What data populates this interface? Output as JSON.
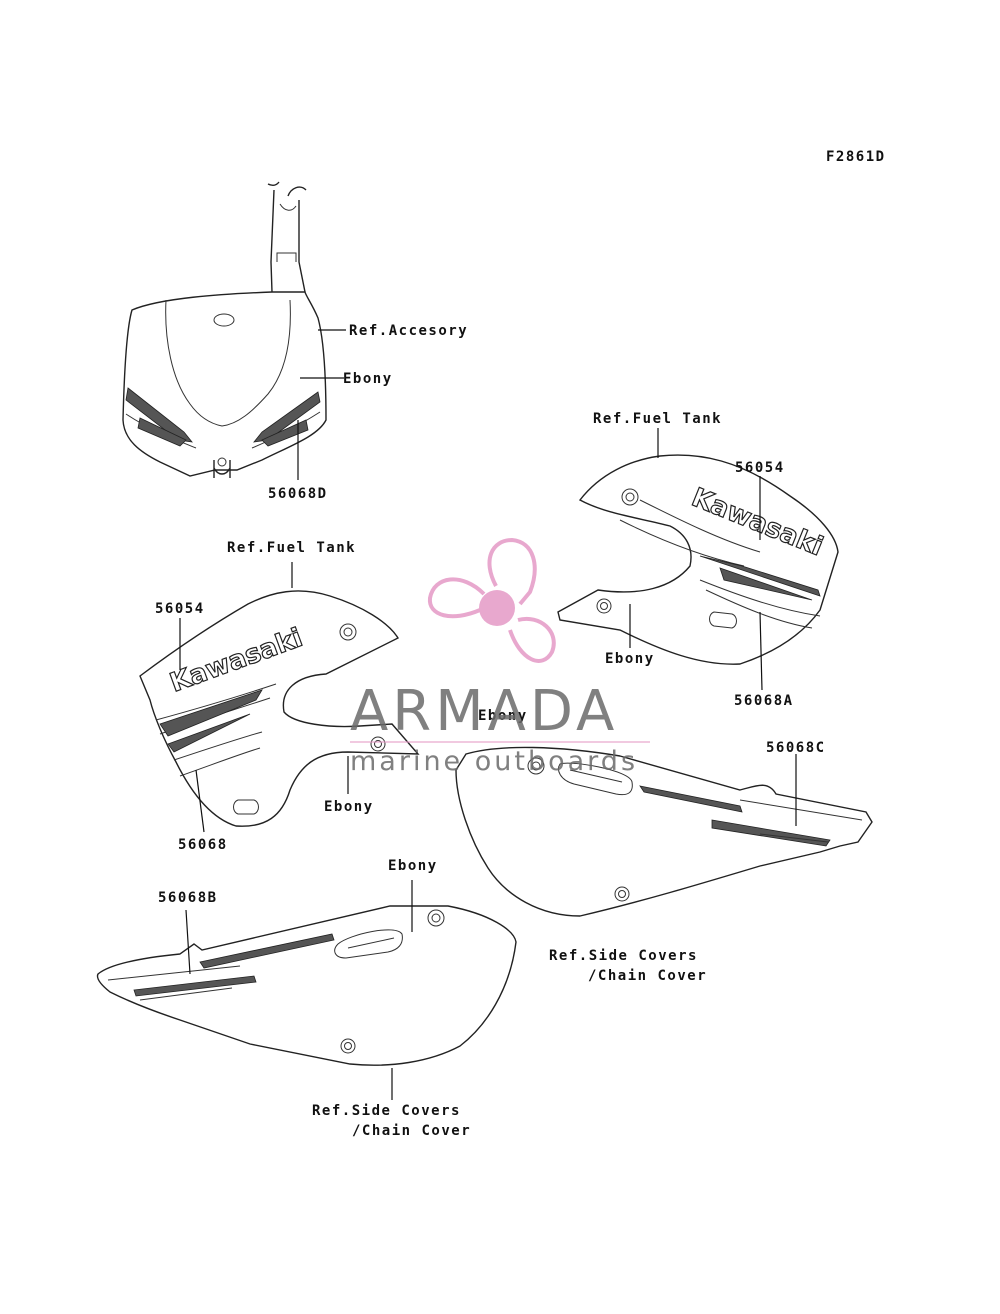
{
  "figure_code": "F2861D",
  "labels": {
    "ref_accessory": "Ref.Accesory",
    "ebony_front": "Ebony",
    "part_56068d": "56068D",
    "ref_fuel_tank_right": "Ref.Fuel Tank",
    "part_56054_right": "56054",
    "ebony_right_shroud": "Ebony",
    "part_56068a": "56068A",
    "ref_fuel_tank_left": "Ref.Fuel Tank",
    "part_56054_left": "56054",
    "ebony_left_shroud": "Ebony",
    "part_56068": "56068",
    "ebony_center": "Ebony",
    "part_56068c": "56068C",
    "ref_side_covers_right_1": "Ref.Side Covers",
    "ref_side_covers_right_2": "/Chain Cover",
    "ebony_side_left": "Ebony",
    "part_56068b": "56068B",
    "ref_side_covers_left_1": "Ref.Side Covers",
    "ref_side_covers_left_2": "/Chain Cover"
  },
  "decal_text": {
    "brand_left": "Kawasaki",
    "brand_right": "Kawasaki"
  },
  "watermark": {
    "name": "ARMADA",
    "tagline": "marine outboards",
    "logo_icon": "propeller-icon",
    "logo_color": "#e59ac6",
    "text_color": "#6a6a6a"
  }
}
